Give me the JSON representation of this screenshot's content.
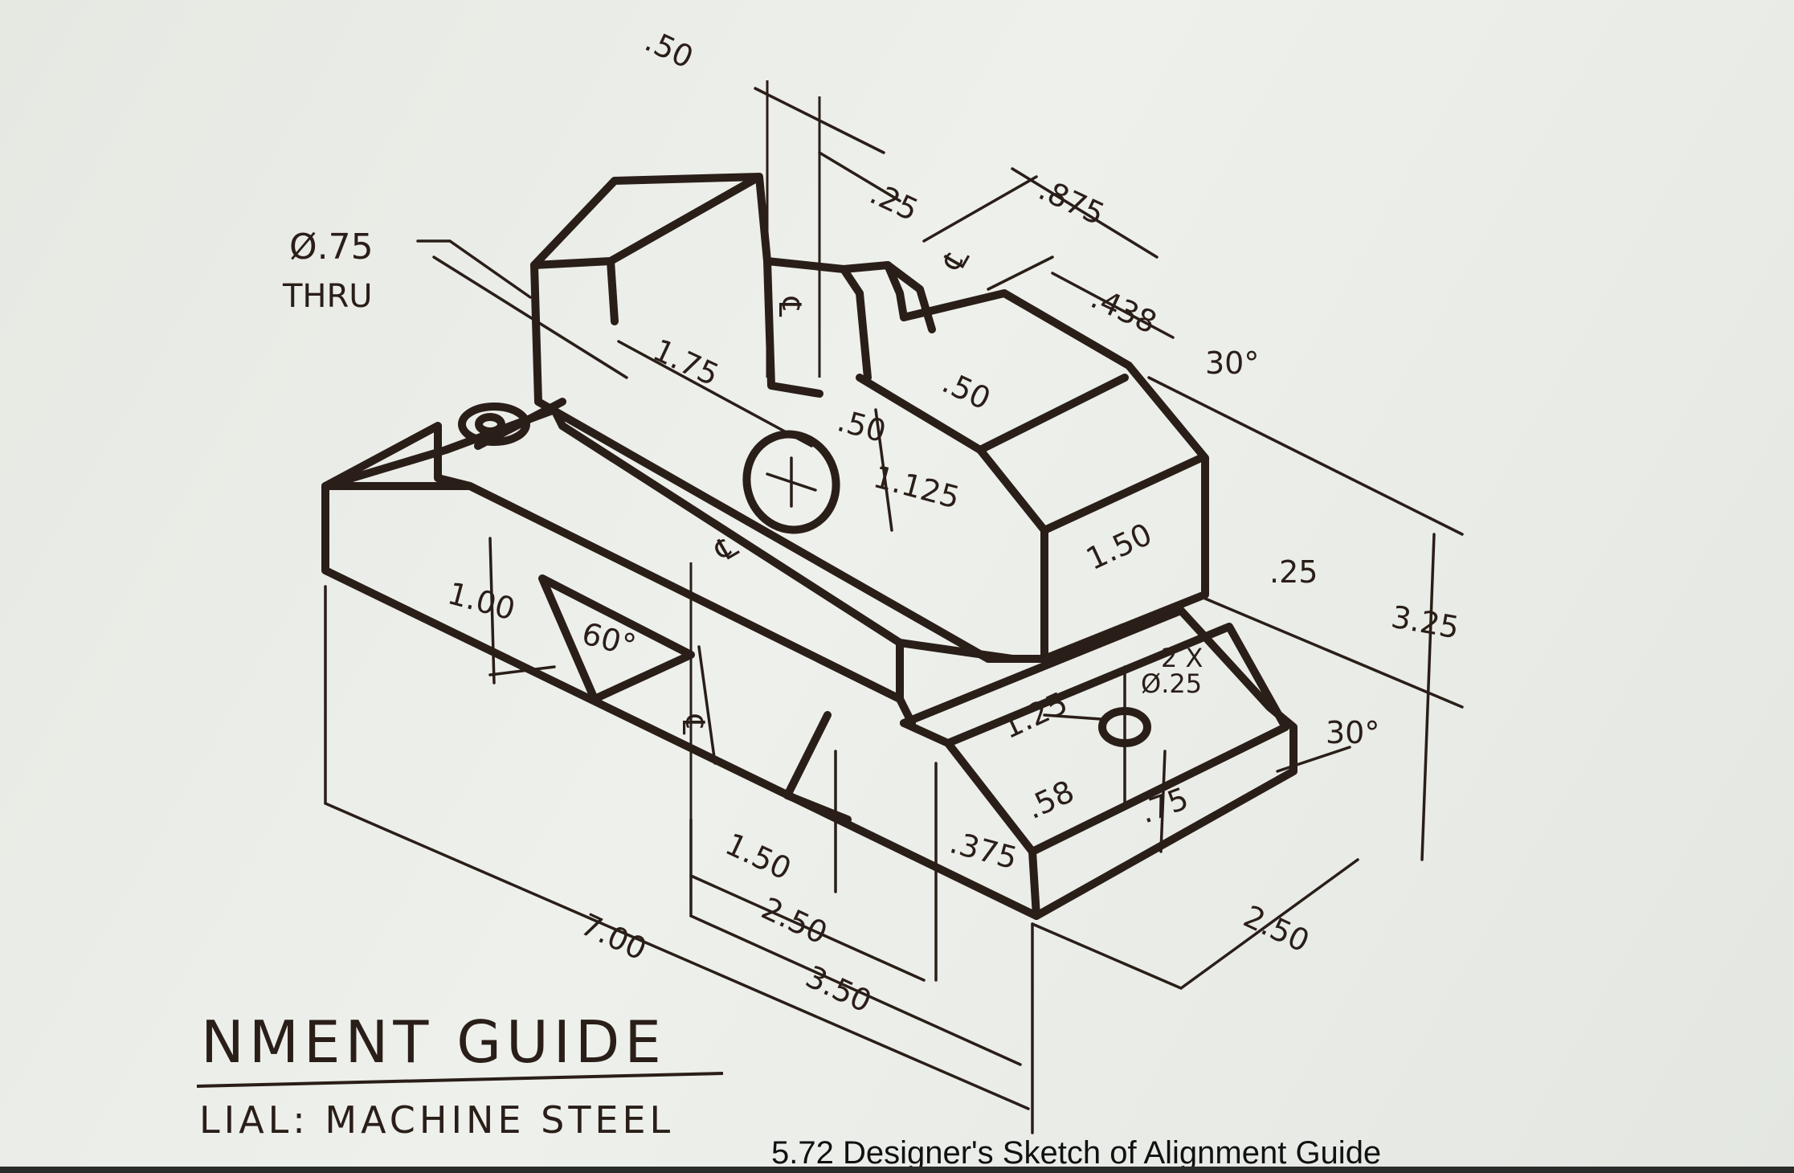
{
  "drawing": {
    "title_fragment": "NMENT GUIDE",
    "material_fragment": "LIAL: MACHINE STEEL",
    "caption": "5.72  Designer's Sketch of Alignment Guide",
    "hole_note_line1": "Ø.75",
    "hole_note_line2": "THRU",
    "small_hole_note_line1": "2 X",
    "small_hole_note_line2": "Ø.25",
    "centerline_symbol": "℄",
    "dimensions": {
      "d_50_top": ".50",
      "d_25_top": ".25",
      "d_875": ".875",
      "d_438": ".438",
      "d_30_upper": "30°",
      "d_175": "1.75",
      "d_50_slot": ".50",
      "d_50_left": ".50",
      "d_1125": "1.125",
      "d_150_block": "1.50",
      "d_25_right": ".25",
      "d_325": "3.25",
      "d_100": "1.00",
      "d_60": "60°",
      "d_125": "1.25",
      "d_58": ".58",
      "d_75": ".75",
      "d_30_lower": "30°",
      "d_375": ".375",
      "d_150_bottom": "1.50",
      "d_250_bottom": "2.50",
      "d_350": "3.50",
      "d_700": "7.00",
      "d_250_right": "2.50"
    }
  }
}
